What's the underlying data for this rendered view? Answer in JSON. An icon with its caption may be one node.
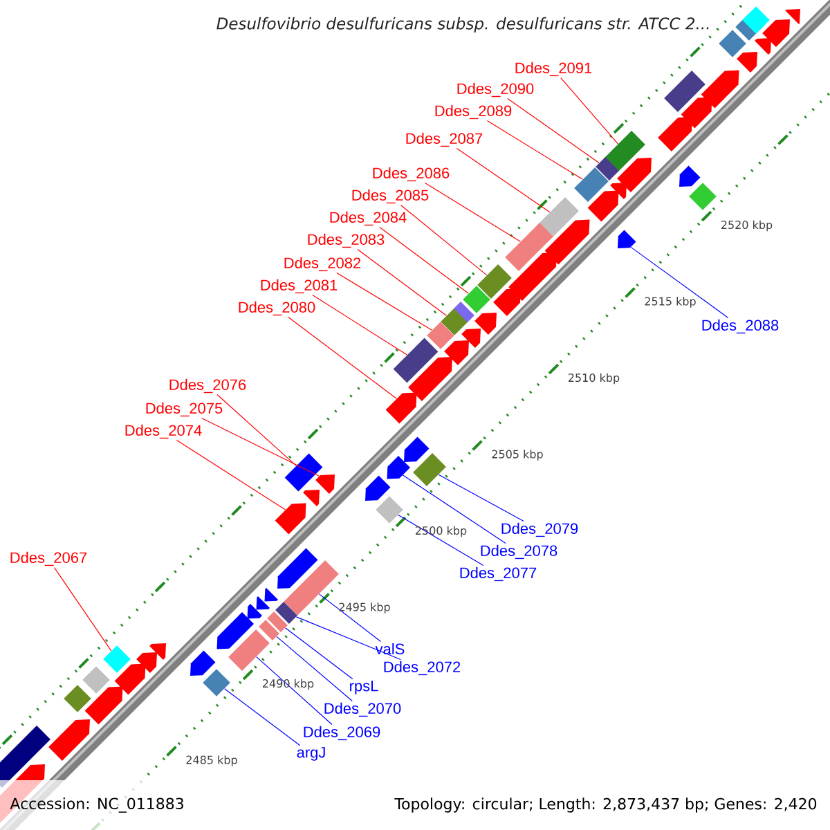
{
  "diagram": {
    "title": "Desulfovibrio desulfuricans subsp. desulfuricans str. ATCC 2...",
    "nodes": [
      {
        "text": [
          "Ddes_2091"
        ]
      },
      {
        "text": [],
        "shape": "box"
      },
      {
        "text": [
          "Ddes_2090"
        ]
      },
      {
        "text": [],
        "shape": "box"
      },
      {
        "text": [
          "Ddes_2089"
        ]
      },
      {
        "text": [],
        "shape": "box"
      },
      {
        "text": [
          "Ddes_2087"
        ]
      },
      {
        "text": [],
        "shape": "box"
      },
      {
        "text": [
          "Ddes_2086"
        ]
      },
      {
        "text": [],
        "shape": "box"
      },
      {
        "text": [
          "Ddes_2085"
        ]
      },
      {
        "text": [],
        "shape": "box"
      },
      {
        "text": [
          "Ddes_2084"
        ]
      },
      {
        "text": [],
        "shape": "diamond"
      },
      {
        "text": [
          "Ddes_2083"
        ]
      },
      {
        "text": [],
        "shape": "diamond"
      },
      {
        "text": [
          "Ddes_2082"
        ]
      },
      {
        "text": [],
        "shape": "diamond"
      },
      {
        "text": [
          "Ddes_2081"
        ]
      },
      {
        "text": [],
        "shape": "box"
      },
      {
        "text": [
          "Ddes_2080"
        ]
      },
      {
        "text": [],
        "shape": "pentagon"
      },
      {
        "text": [
          "Ddes_2088"
        ]
      },
      {
        "text": [],
        "shape": "pentagon"
      },
      {
        "text": [
          "Ddes_2076"
        ]
      },
      {
        "text": [],
        "shape": "box"
      },
      {
        "text": [
          "Ddes_2075"
        ]
      },
      {
        "text": [],
        "shape": "pentagon"
      },
      {
        "text": [
          "Ddes_2074"
        ]
      },
      {
        "text": [],
        "shape": "pentagon"
      },
      {
        "text": [
          "Ddes_2079"
        ]
      },
      {
        "text": [],
        "shape": "box"
      },
      {
        "text": [
          "Ddes_2078"
        ]
      },
      {
        "text": [],
        "shape": "pentagon"
      },
      {
        "text": [
          "Ddes_2067"
        ]
      },
      {
        "text": [],
        "shape": "diamond"
      },
      {
        "text": [
          "Ddes_2077"
        ]
      },
      {
        "text": [],
        "shape": "diamond"
      },
      {
        "text": [
          "valS"
        ]
      },
      {
        "text": [],
        "shape": "box"
      },
      {
        "text": [
          "Ddes_2072"
        ]
      },
      {
        "text": [],
        "shape": "box"
      },
      {
        "text": [
          "rpsL"
        ]
      },
      {
        "text": [],
        "shape": "box"
      },
      {
        "text": [
          "Ddes_2070"
        ]
      },
      {
        "text": [],
        "shape": "box"
      },
      {
        "text": [
          "Ddes_2069"
        ]
      },
      {
        "text": [],
        "shape": "box"
      },
      {
        "text": [
          "argJ"
        ]
      },
      {
        "text": [],
        "shape": "diamond"
      },
      {
        "text": [],
        "shape": "pentagon"
      },
      {
        "text": [],
        "shape": "box"
      },
      {
        "text": [],
        "shape": "pentagon"
      },
      {
        "text": [],
        "shape": "diamond"
      },
      {
        "text": [],
        "shape": "pentagon"
      },
      {
        "text": [],
        "shape": "diamond"
      },
      {
        "text": [],
        "shape": "pentagon"
      },
      {
        "text": [],
        "shape": "pentagon"
      },
      {
        "text": [],
        "shape": "pentagon"
      },
      {
        "text": [],
        "shape": "pentagon"
      },
      {
        "text": [],
        "shape": "pentagon"
      },
      {
        "text": [],
        "shape": "pentagon"
      },
      {
        "text": [],
        "shape": "pentagon"
      },
      {
        "text": [],
        "shape": "pentagon"
      },
      {
        "text": [],
        "shape": "pentagon"
      },
      {
        "text": [],
        "shape": "pentagon"
      },
      {
        "text": [],
        "shape": "pentagon"
      },
      {
        "text": [],
        "shape": "pentagon"
      },
      {
        "text": [],
        "shape": "pentagon"
      },
      {
        "text": [],
        "shape": "pentagon"
      },
      {
        "text": [],
        "shape": "pentagon"
      },
      {
        "text": [],
        "shape": "box"
      },
      {
        "text": [],
        "shape": "pentagon"
      },
      {
        "text": [],
        "shape": "pentagon"
      },
      {
        "text": [],
        "shape": "pentagon"
      },
      {
        "text": [],
        "shape": "pentagon"
      },
      {
        "text": [],
        "shape": "pentagon"
      },
      {
        "text": [],
        "shape": "pentagon"
      },
      {
        "text": [],
        "shape": "pentagon"
      },
      {
        "text": [],
        "shape": "diamond"
      },
      {
        "text": [],
        "shape": "pentagon"
      },
      {
        "text": [],
        "shape": "pentagon"
      },
      {
        "text": [],
        "shape": "pentagon"
      },
      {
        "text": [],
        "shape": "box"
      },
      {
        "text": [],
        "shape": "pentagon"
      },
      {
        "text": [],
        "shape": "diamond"
      },
      {
        "text": [],
        "shape": "pentagon"
      },
      {
        "text": [],
        "shape": "diamond"
      },
      {
        "text": [],
        "shape": "pentagon"
      },
      {
        "text": [],
        "shape": "diamond"
      },
      {
        "text": [],
        "shape": "pentagon"
      },
      {
        "text": [],
        "shape": "pentagon"
      }
    ],
    "edges": [
      {
        "from": 0,
        "to": 1,
        "arrow": "none"
      },
      {
        "from": 2,
        "to": 3,
        "arrow": "none"
      },
      {
        "from": 4,
        "to": 5,
        "arrow": "none"
      },
      {
        "from": 6,
        "to": 7,
        "arrow": "none"
      },
      {
        "from": 8,
        "to": 9,
        "arrow": "none"
      },
      {
        "from": 10,
        "to": 11,
        "arrow": "none"
      },
      {
        "from": 12,
        "to": 13,
        "arrow": "none"
      },
      {
        "from": 14,
        "to": 15,
        "arrow": "none"
      },
      {
        "from": 16,
        "to": 17,
        "arrow": "none"
      },
      {
        "from": 18,
        "to": 19,
        "arrow": "none"
      },
      {
        "from": 20,
        "to": 21,
        "arrow": "none"
      },
      {
        "from": 22,
        "to": 23,
        "arrow": "none",
        "color": "#0000ff"
      },
      {
        "from": 24,
        "to": 25,
        "arrow": "none"
      },
      {
        "from": 26,
        "to": 27,
        "arrow": "none"
      },
      {
        "from": 28,
        "to": 29,
        "arrow": "none"
      },
      {
        "from": 30,
        "to": 31,
        "arrow": "none",
        "color": "#0000ff"
      },
      {
        "from": 32,
        "to": 33,
        "arrow": "none",
        "color": "#0000ff"
      },
      {
        "from": 34,
        "to": 35,
        "arrow": "none"
      },
      {
        "from": 36,
        "to": 37,
        "arrow": "none",
        "color": "#0000ff"
      },
      {
        "from": 38,
        "to": 39,
        "arrow": "none",
        "color": "#0000ff"
      },
      {
        "from": 40,
        "to": 41,
        "arrow": "none",
        "color": "#0000ff"
      },
      {
        "from": 42,
        "to": 43,
        "arrow": "none",
        "color": "#0000ff"
      },
      {
        "from": 44,
        "to": 45,
        "arrow": "none",
        "color": "#0000ff"
      },
      {
        "from": 46,
        "to": 47,
        "arrow": "none",
        "color": "#0000ff"
      },
      {
        "from": 48,
        "to": 49,
        "arrow": "none",
        "color": "#0000ff"
      }
    ],
    "labels": [
      "2520 kbp",
      "2515 kbp",
      "2510 kbp",
      "2505 kbp",
      "2500 kbp",
      "2495 kbp",
      "2490 kbp",
      "2485 kbp",
      "Accession: NC_011883",
      "Topology: circular; Length: 2,873,437 bp; Genes: 2,420"
    ]
  }
}
